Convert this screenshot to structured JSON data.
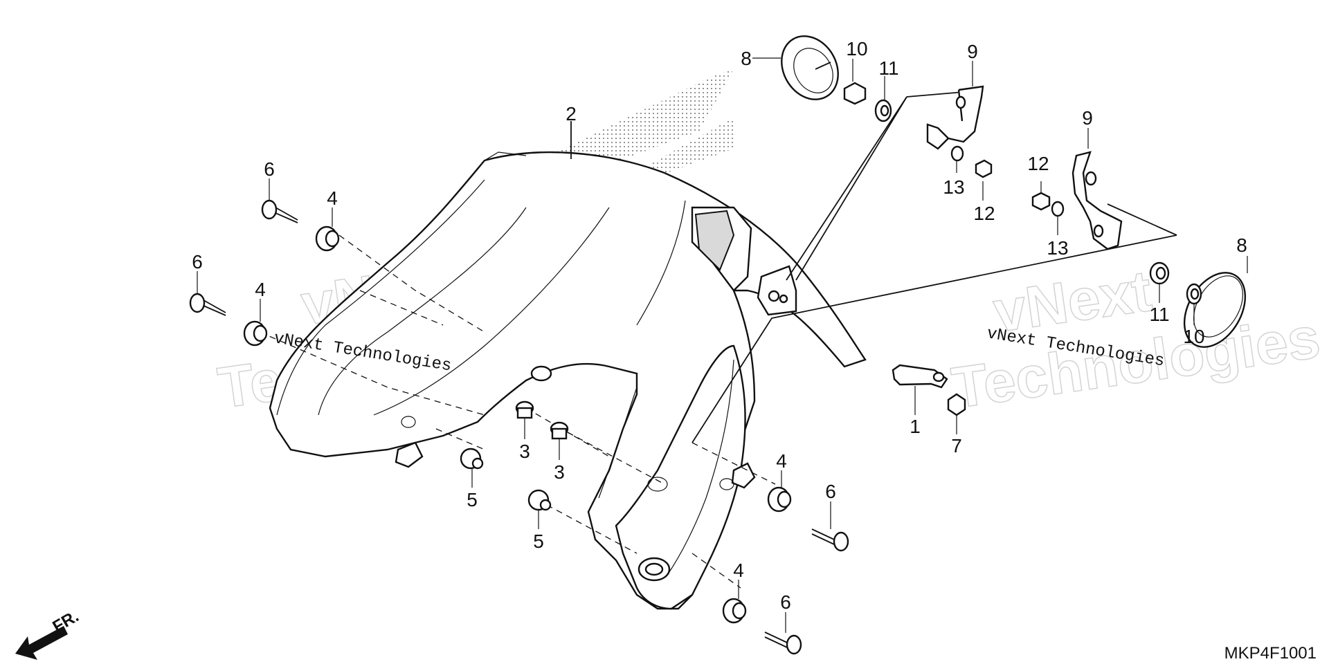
{
  "diagram": {
    "parts": {
      "p1": "1",
      "p2": "2",
      "p3a": "3",
      "p3b": "3",
      "p4a": "4",
      "p4b": "4",
      "p4c": "4",
      "p4d": "4",
      "p5a": "5",
      "p5b": "5",
      "p6a": "6",
      "p6b": "6",
      "p6c": "6",
      "p6d": "6",
      "p7": "7",
      "p8a": "8",
      "p8b": "8",
      "p9a": "9",
      "p9b": "9",
      "p10a": "10",
      "p10b": "10",
      "p11a": "11",
      "p11b": "11",
      "p12a": "12",
      "p12b": "12",
      "p13a": "13",
      "p13b": "13"
    },
    "watermark": {
      "line1": "vNext Technologies",
      "line2": "vNext Technologies",
      "ghost_a": "vNext",
      "ghost_b": "Technologies",
      "ghost_c": "vNext",
      "ghost_d": "Technologies"
    },
    "direction_label": "FR.",
    "drawing_code": "MKP4F1001"
  }
}
